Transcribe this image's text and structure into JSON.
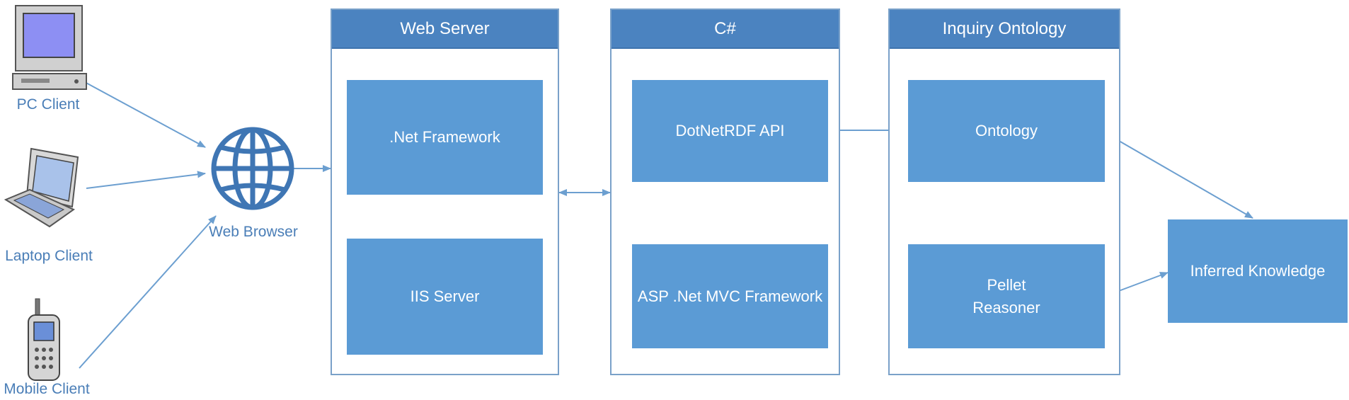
{
  "clients": {
    "pc": "PC Client",
    "laptop": "Laptop Client",
    "mobile": "Mobile Client"
  },
  "browser": {
    "label": "Web Browser"
  },
  "panels": {
    "web_server": {
      "title": "Web Server",
      "net_framework": ".Net Framework",
      "iis_server": "IIS Server"
    },
    "csharp": {
      "title": "C#",
      "dotnetrdf": "DotNetRDF API",
      "asp_mvc": "ASP .Net MVC Framework"
    },
    "ontology": {
      "title": "Inquiry Ontology",
      "ontology": "Ontology",
      "pellet_line1": "Pellet",
      "pellet_line2": "Reasoner"
    }
  },
  "inferred": {
    "label": "Inferred Knowledge"
  },
  "colors": {
    "box_fill": "#5b9bd5",
    "header_fill": "#4b83c0",
    "panel_border": "#7aa1c9",
    "connector": "#6c9fd0",
    "label_text": "#4a7eb7"
  }
}
